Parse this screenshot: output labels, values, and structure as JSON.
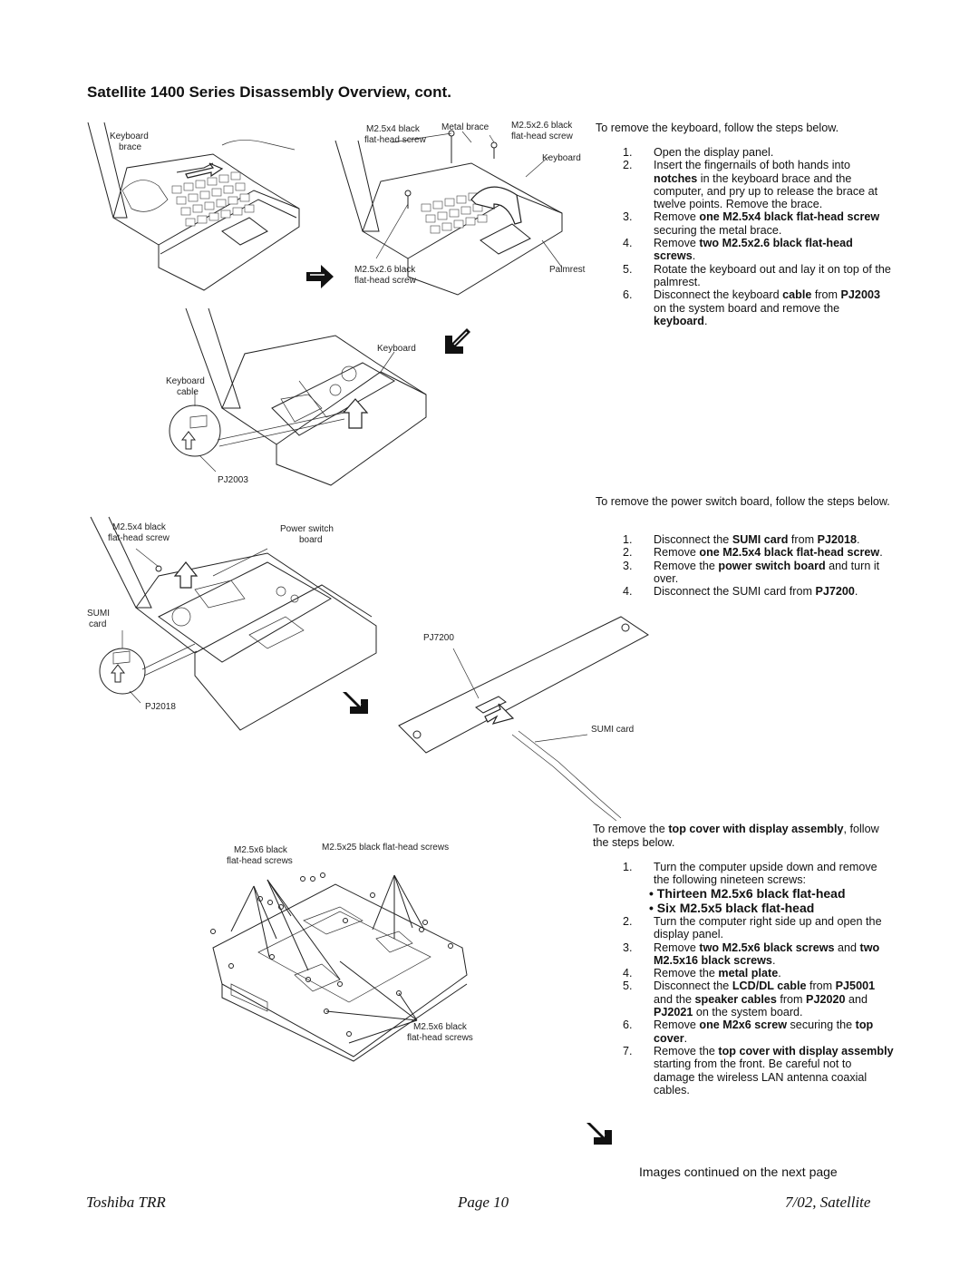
{
  "title": "Satellite 1400 Series Disassembly Overview, cont.",
  "keyboard_section": {
    "intro": "To remove the keyboard, follow the steps below.",
    "steps": [
      {
        "num": "1.",
        "parts": [
          {
            "t": "Open the display panel."
          }
        ]
      },
      {
        "num": "2.",
        "parts": [
          {
            "t": "Insert the fingernails of both hands into "
          },
          {
            "t": "notches",
            "b": true
          },
          {
            "t": " in the keyboard brace and the computer, and pry up to release the brace at twelve points. Remove the brace."
          }
        ]
      },
      {
        "num": "3.",
        "parts": [
          {
            "t": "Remove "
          },
          {
            "t": "one M2.5x4 black flat-head screw",
            "b": true
          },
          {
            "t": " securing the metal brace."
          }
        ]
      },
      {
        "num": "4.",
        "parts": [
          {
            "t": "Remove "
          },
          {
            "t": "two M2.5x2.6 black flat-head screws",
            "b": true
          },
          {
            "t": "."
          }
        ]
      },
      {
        "num": "5.",
        "parts": [
          {
            "t": "Rotate the keyboard out and lay it on top of the palmrest."
          }
        ]
      },
      {
        "num": "6.",
        "parts": [
          {
            "t": "Disconnect the keyboard "
          },
          {
            "t": "cable",
            "b": true
          },
          {
            "t": " from "
          },
          {
            "t": "PJ2003",
            "b": true
          },
          {
            "t": " on the system board and remove the "
          },
          {
            "t": "keyboard",
            "b": true
          },
          {
            "t": "."
          }
        ]
      }
    ]
  },
  "power_switch_section": {
    "intro": "To remove the power switch board, follow the steps below.",
    "steps": [
      {
        "num": "1.",
        "parts": [
          {
            "t": "Disconnect the "
          },
          {
            "t": "SUMI card",
            "b": true
          },
          {
            "t": " from "
          },
          {
            "t": "PJ2018",
            "b": true
          },
          {
            "t": "."
          }
        ]
      },
      {
        "num": "2.",
        "parts": [
          {
            "t": "Remove "
          },
          {
            "t": "one M2.5x4 black flat-head screw",
            "b": true
          },
          {
            "t": "."
          }
        ]
      },
      {
        "num": "3.",
        "parts": [
          {
            "t": "Remove the "
          },
          {
            "t": "power switch board",
            "b": true
          },
          {
            "t": " and turn it over."
          }
        ]
      },
      {
        "num": "4.",
        "parts": [
          {
            "t": "Disconnect the SUMI card from "
          },
          {
            "t": "PJ7200",
            "b": true
          },
          {
            "t": "."
          }
        ]
      }
    ]
  },
  "top_cover_section": {
    "intro_parts": [
      {
        "t": "To remove the "
      },
      {
        "t": "top cover with display assembly",
        "b": true
      },
      {
        "t": ", follow the steps below."
      }
    ],
    "step1": {
      "num": "1.",
      "text": "Turn the computer upside down and remove the following nineteen screws:"
    },
    "bullets": [
      "• Thirteen M2.5x6 black flat-head",
      "• Six M2.5x5 black flat-head"
    ],
    "steps": [
      {
        "num": "2.",
        "parts": [
          {
            "t": "Turn the computer right side up and open the display panel."
          }
        ]
      },
      {
        "num": "3.",
        "parts": [
          {
            "t": "Remove "
          },
          {
            "t": "two M2.5x6 black screws",
            "b": true
          },
          {
            "t": " and "
          },
          {
            "t": "two M2.5x16 black screws",
            "b": true
          },
          {
            "t": "."
          }
        ]
      },
      {
        "num": "4.",
        "parts": [
          {
            "t": "Remove the "
          },
          {
            "t": "metal plate",
            "b": true
          },
          {
            "t": "."
          }
        ]
      },
      {
        "num": "5.",
        "parts": [
          {
            "t": "Disconnect the "
          },
          {
            "t": "LCD/DL cable",
            "b": true
          },
          {
            "t": " from "
          },
          {
            "t": "PJ5001",
            "b": true
          },
          {
            "t": " and the "
          },
          {
            "t": "speaker cables",
            "b": true
          },
          {
            "t": " from "
          },
          {
            "t": "PJ2020",
            "b": true
          },
          {
            "t": " and "
          },
          {
            "t": "PJ2021",
            "b": true
          },
          {
            "t": " on the system board."
          }
        ]
      },
      {
        "num": "6.",
        "parts": [
          {
            "t": "Remove "
          },
          {
            "t": "one M2x6 screw",
            "b": true
          },
          {
            "t": " securing the "
          },
          {
            "t": "top cover",
            "b": true
          },
          {
            "t": "."
          }
        ]
      },
      {
        "num": "7.",
        "parts": [
          {
            "t": "Remove the "
          },
          {
            "t": "top cover with display assembly",
            "b": true
          },
          {
            "t": " starting from the front. Be careful not to damage the wireless LAN antenna coaxial cables."
          }
        ]
      }
    ]
  },
  "figure_labels": {
    "keyboard_brace": [
      "Keyboard",
      "brace"
    ],
    "m25x4_screw": [
      "M2.5x4 black",
      "flat-head screw"
    ],
    "metal_brace": "Metal brace",
    "m25x26_screw_top": [
      "M2.5x2.6 black",
      "flat-head screw"
    ],
    "keyboard_right": "Keyboard",
    "m25x26_screw_bottom": [
      "M2.5x2.6 black",
      "flat-head screw"
    ],
    "palmrest": "Palmrest",
    "keyboard_mid": "Keyboard",
    "keyboard_cable": [
      "Keyboard",
      "cable"
    ],
    "pj2003": "PJ2003",
    "ps_m25x4": [
      "M2.5x4 black",
      "flat-head screw"
    ],
    "power_switch_board": [
      "Power switch",
      "board"
    ],
    "sumi_card_left": [
      "SUMI",
      "card"
    ],
    "pj2018": "PJ2018",
    "pj7200": "PJ7200",
    "sumi_card_right": "SUMI card",
    "m25x6_top": [
      "M2.5x6 black",
      "flat-head screws"
    ],
    "m25x25": "M2.5x25 black flat-head screws",
    "m25x6_bottom": [
      "M2.5x6 black",
      "flat-head screws"
    ]
  },
  "continued": "Images continued on the next page",
  "footer": {
    "left": "Toshiba TRR",
    "center": "Page 10",
    "right": "7/02, Satellite"
  }
}
